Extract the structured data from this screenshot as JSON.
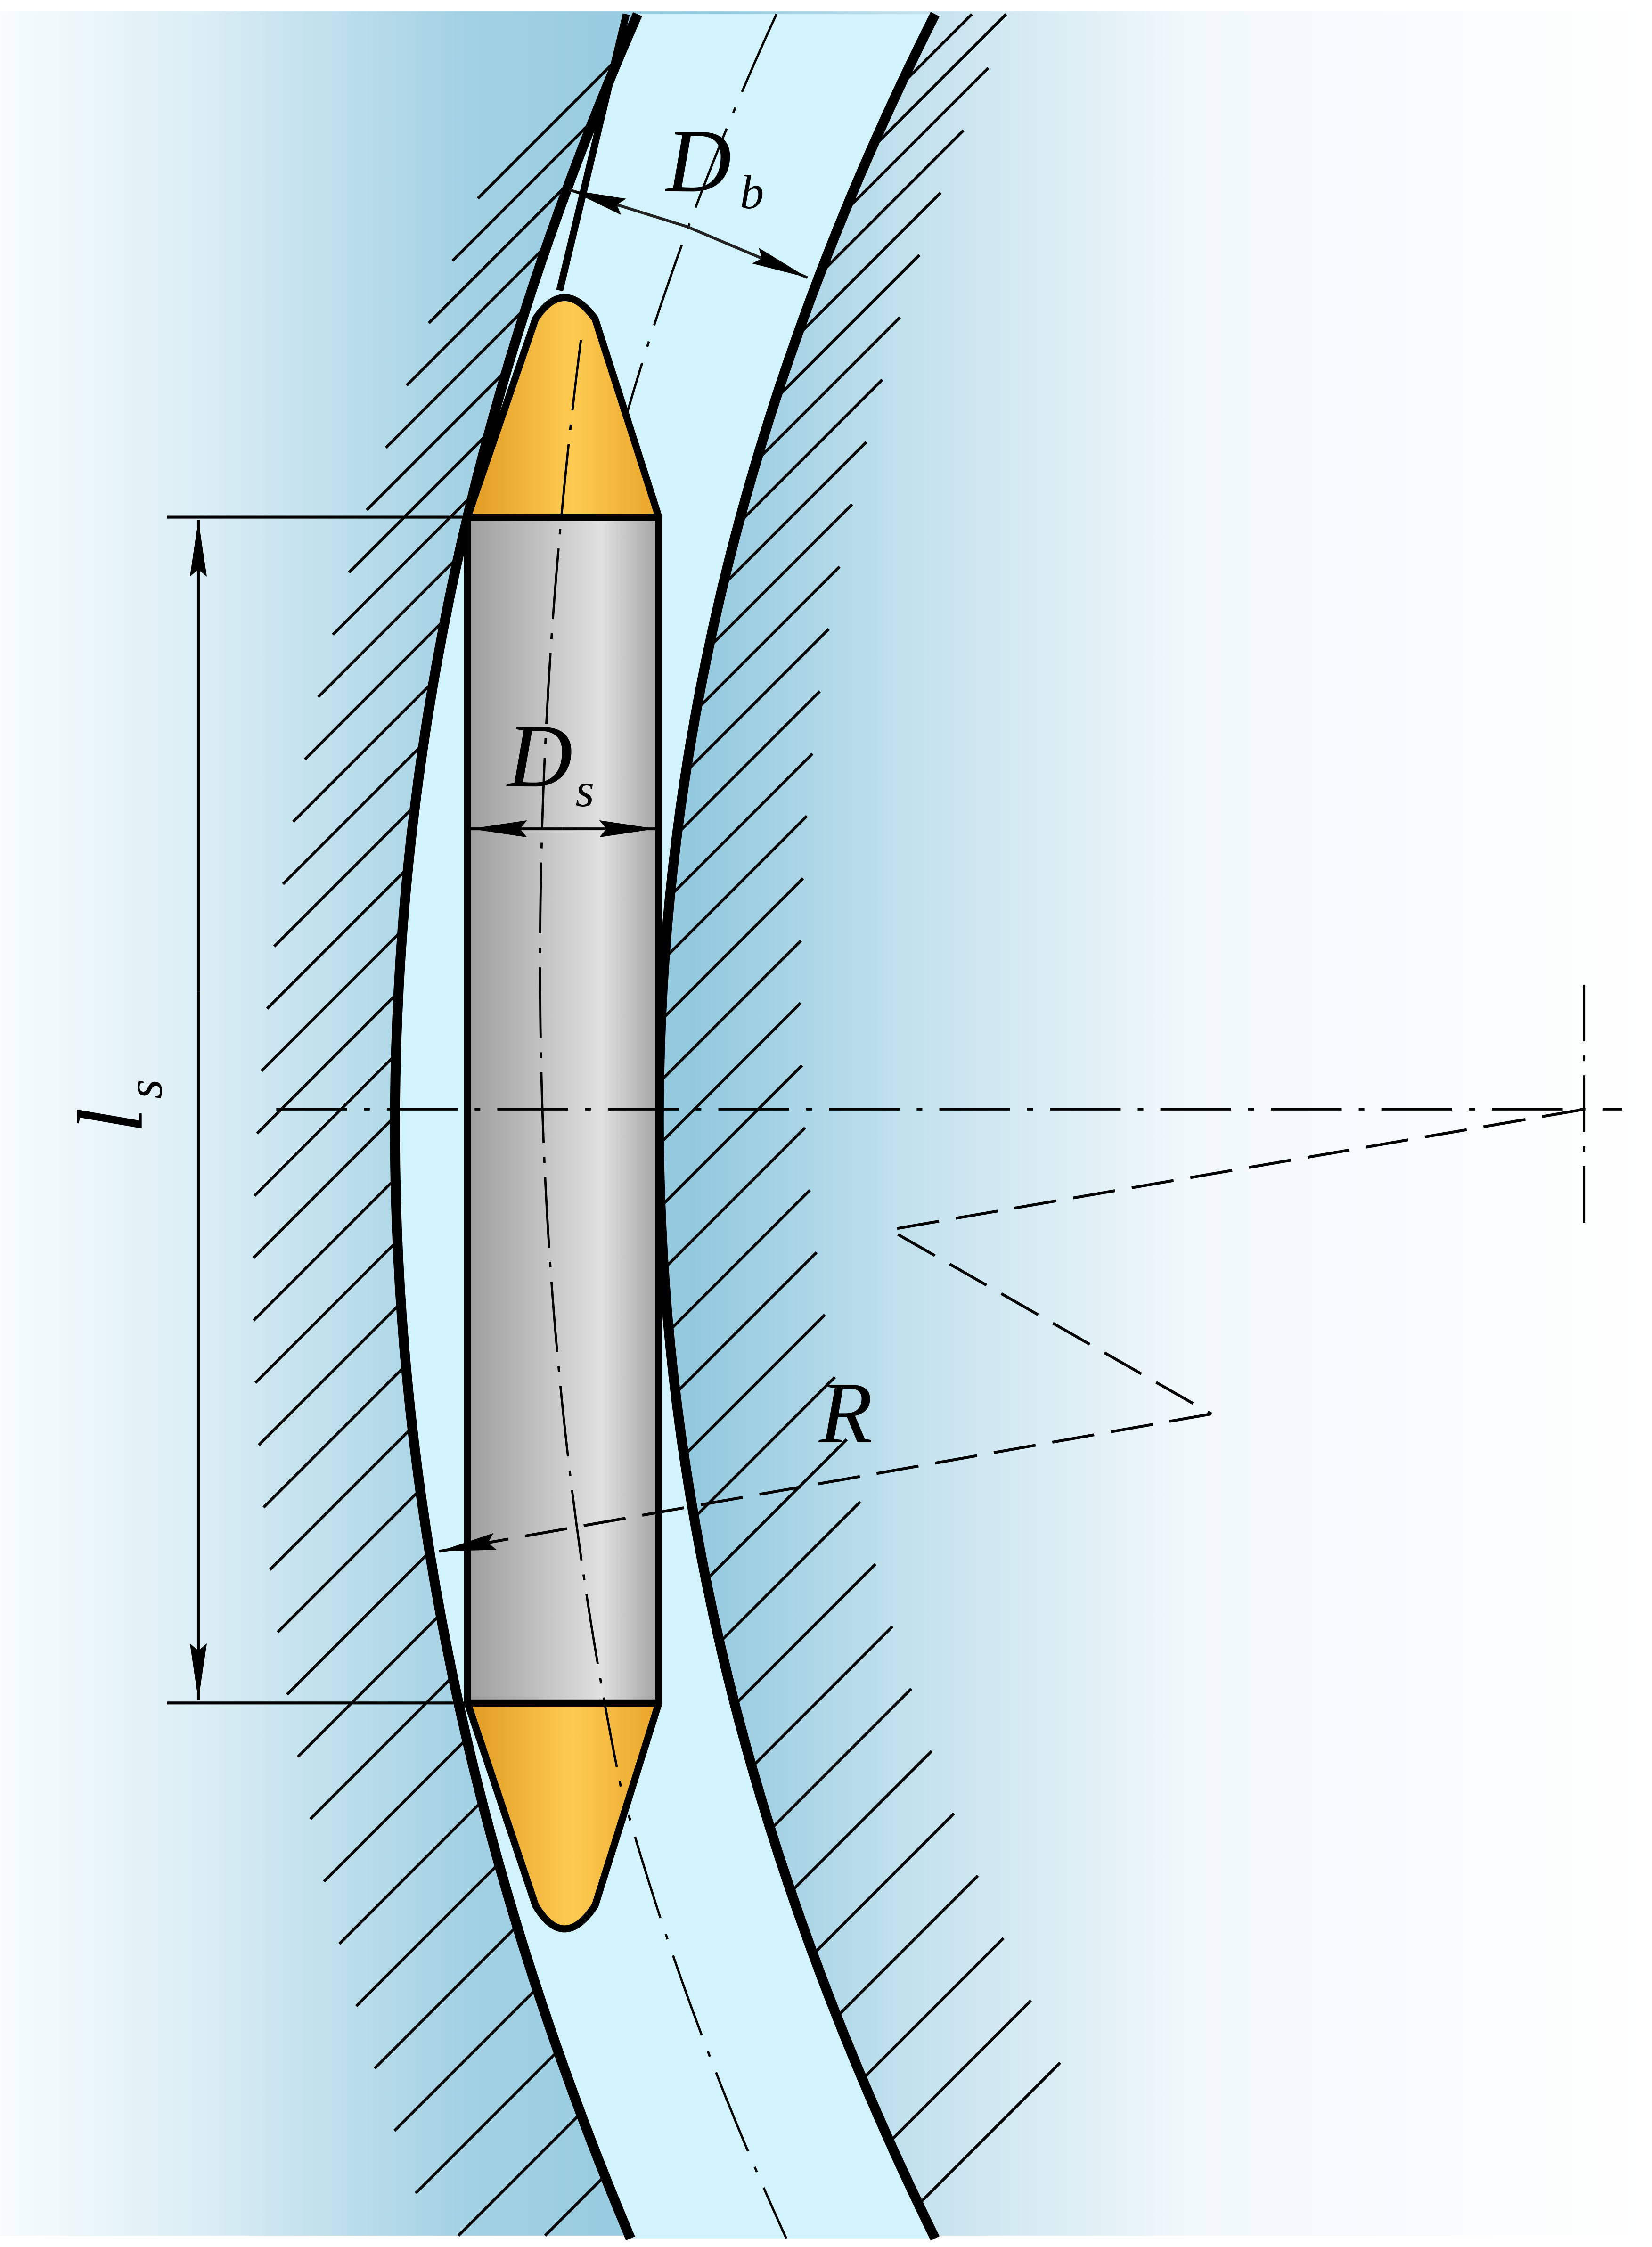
{
  "labels": {
    "borehole_diameter": "D",
    "borehole_diameter_sub": "b",
    "string_diameter": "D",
    "string_diameter_sub": "s",
    "string_length": "l",
    "string_length_sub": "s",
    "radius": "R"
  },
  "colors": {
    "channel": "#d3f3fc",
    "rock": "#9ecde0",
    "cone": "#eaa62c",
    "cone_light": "#fdc950",
    "body": "#a9a9a9",
    "body_light": "#dcdcdc"
  }
}
